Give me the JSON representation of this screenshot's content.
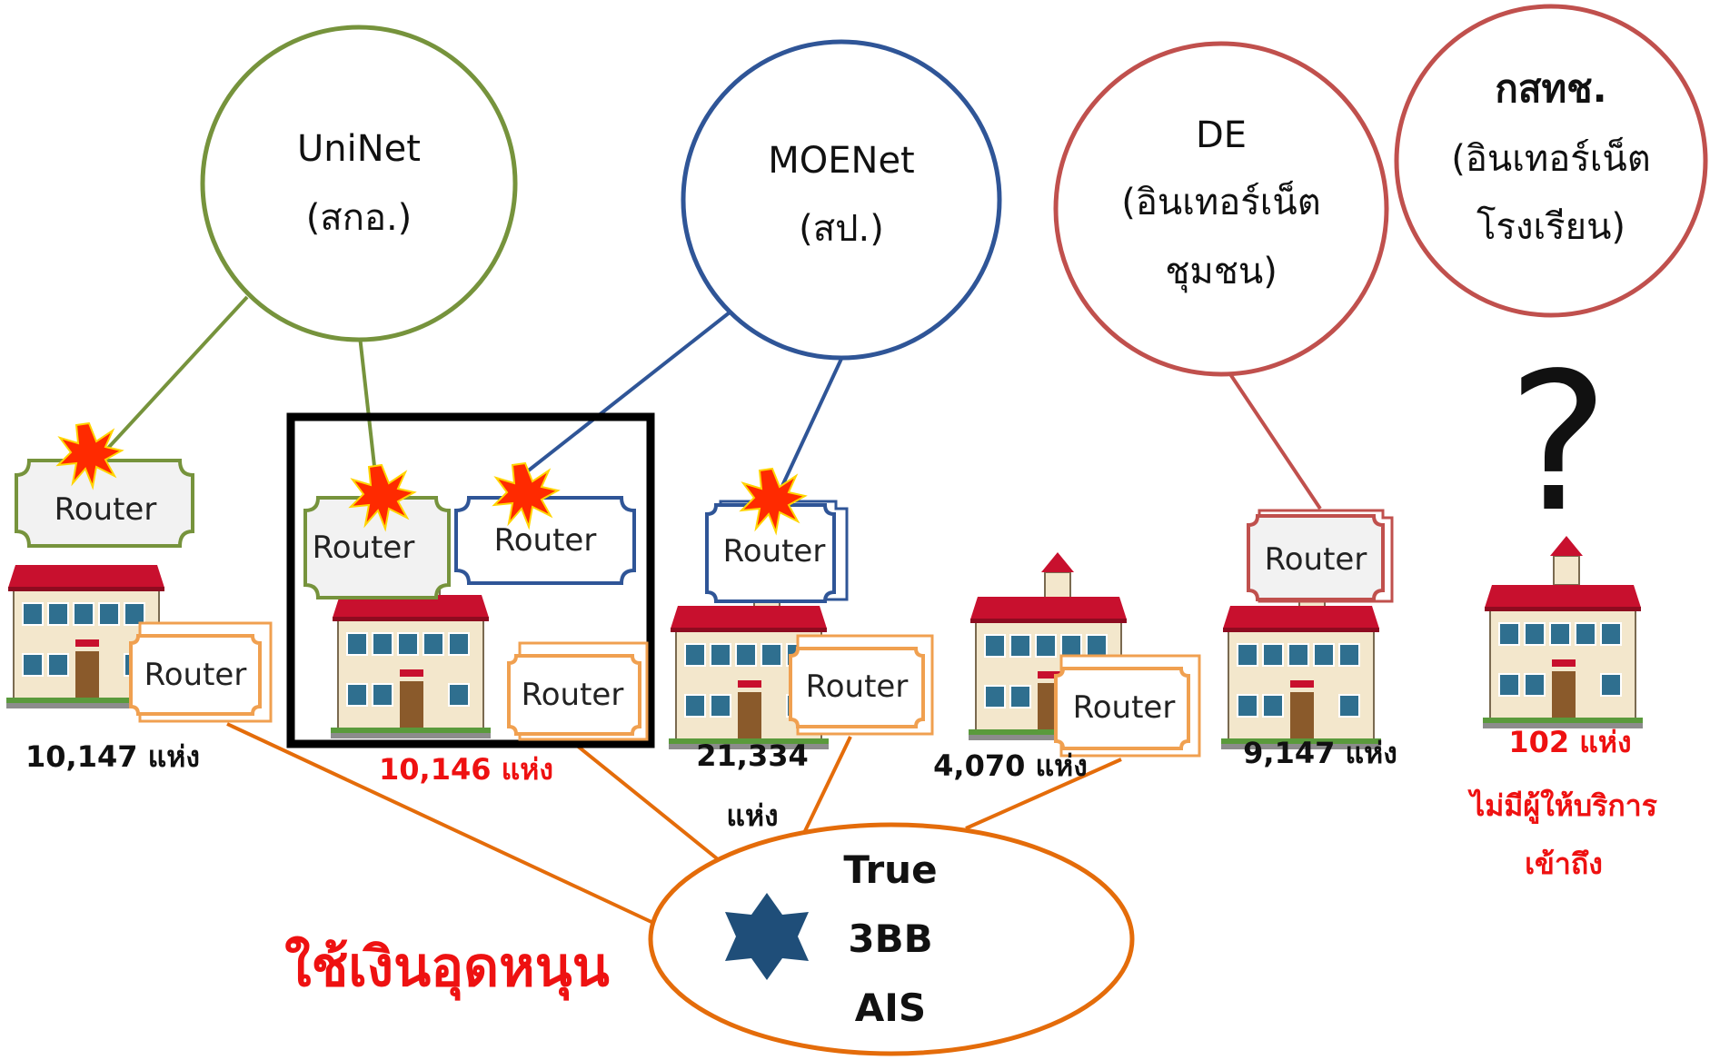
{
  "colors": {
    "uninet": "#76933c",
    "moenet": "#2f5597",
    "de": "#c0504d",
    "commercial": "#e46c0a",
    "highlight_text": "#ee1111",
    "star": "#1f4e79",
    "burst": "#ff2a00"
  },
  "networks": {
    "uninet": {
      "name": "UniNet",
      "sub": "(สกอ.)"
    },
    "moenet": {
      "name": "MOENet",
      "sub": "(สป.)"
    },
    "de": {
      "name": "DE",
      "sub_line1": "(อินเทอร์เน็ต",
      "sub_line2": "ชุมชน)"
    },
    "ksthch": {
      "name": "กสทช.",
      "sub_line1": "(อินเทอร์เน็ต",
      "sub_line2": "โรงเรียน)"
    }
  },
  "router_label": "Router",
  "groups": [
    {
      "count": "10,147 แห่ง"
    },
    {
      "count": "10,146 แห่ง"
    },
    {
      "count_line1": "21,334",
      "count_line2": "แห่ง"
    },
    {
      "count": "4,070 แห่ง"
    },
    {
      "count": "9,147 แห่ง"
    },
    {
      "count": "102 แห่ง",
      "note_line1": "ไม่มีผู้ให้บริการ",
      "note_line2": "เข้าถึง"
    }
  ],
  "providers": [
    "True",
    "3BB",
    "AIS"
  ],
  "question_mark": "?",
  "subsidy_label": "ใช้เงินอุดหนุน",
  "icons": [
    "burst-icon",
    "school-building-icon",
    "star-icon"
  ]
}
